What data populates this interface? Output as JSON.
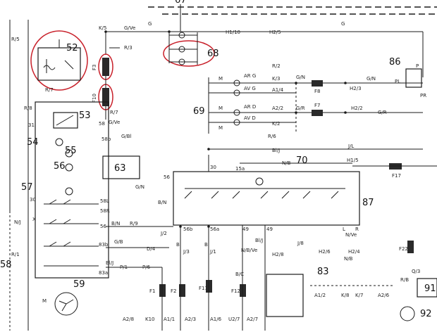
{
  "components": {
    "c52": "52",
    "c53": "53",
    "c54": "54",
    "c55": "55",
    "c56": "56",
    "c57": "57",
    "c58": "58",
    "c59": "59",
    "c63": "63",
    "c67": "67",
    "c68": "68",
    "c69": "69",
    "c70": "70",
    "c83": "83",
    "c86": "86",
    "c87": "87",
    "c91": "91",
    "c92": "92"
  },
  "fuses": {
    "f3": "F3",
    "f10": "F10",
    "f8": "F8",
    "f7": "F7",
    "f17": "F17",
    "f22": "F22",
    "f1": "F1",
    "f2": "F2",
    "f11": "F11",
    "f12": "F12"
  },
  "wire_labels": {
    "r5": "R/5",
    "k5": "K/5",
    "gve": "G/Ve",
    "g1": "G",
    "h110": "H1/10",
    "h25": "H2/5",
    "g2": "G",
    "r3": "R/3",
    "r7a": "R/7",
    "r8": "R/8",
    "r7b": "R/7",
    "gve2": "G/Ve",
    "n31": "31",
    "n58": "58",
    "n58b": "58b",
    "gbl": "G/Bl",
    "r2": "R/2",
    "mA": "M",
    "arg": "AR G",
    "k3": "K/3",
    "gin1": "G/N",
    "h23": "H2/3",
    "gin2": "G/N",
    "avg": "AV G",
    "a14": "A1/4",
    "mB": "M",
    "ard": "AR D",
    "a22": "A2/2",
    "gir1": "G/R",
    "h22": "H2/2",
    "gir2": "G/R",
    "avd": "AV D",
    "k2": "K/2",
    "r6": "R/6",
    "mC": "M",
    "bl": "Bl/J",
    "jl": "J/L",
    "nb1": "N/B",
    "h15": "H1/5",
    "n30a": "30",
    "n15a": "15a",
    "n56a": "56",
    "gn": "G/N",
    "bn": "B/N",
    "n30b": "30",
    "n58l": "58L",
    "n58r": "58R",
    "njl": "N/J",
    "x": "X",
    "n56b": "56",
    "bn2": "B/N",
    "r9": "R/9",
    "j2": "J/2",
    "d4": "D/4",
    "n56bb": "56b",
    "n56aa": "56a",
    "n49a": "49",
    "n49b": "49",
    "blj": "Bl/J",
    "j8": "J/8",
    "l": "L",
    "rr": "R",
    "nbve": "N/B/Ve",
    "h28": "H2/8",
    "r1": "R/1",
    "n83b": "83b",
    "gb": "G/B",
    "j3": "J/3",
    "j1": "J/1",
    "h26": "H2/6",
    "h24": "H2/4",
    "n83a": "83a",
    "blj2": "Bl/J",
    "p1": "P/1",
    "p6": "P/6",
    "nve": "N/Ve",
    "nb2": "N/B",
    "q3": "Q/3",
    "rb": "R/B",
    "mD": "M",
    "a28": "A2/8",
    "k10": "K10",
    "a11": "A1/1",
    "a23": "A2/3",
    "a16": "A1/6",
    "u27": "U2/7",
    "a27": "A2/7",
    "a12": "A1/2",
    "k8": "K/8",
    "k7": "K/7",
    "a26": "A2/6",
    "pp": "P",
    "pl": "PL",
    "pr": "PR",
    "b1": "B",
    "b2": "B",
    "blc": "B/C"
  }
}
